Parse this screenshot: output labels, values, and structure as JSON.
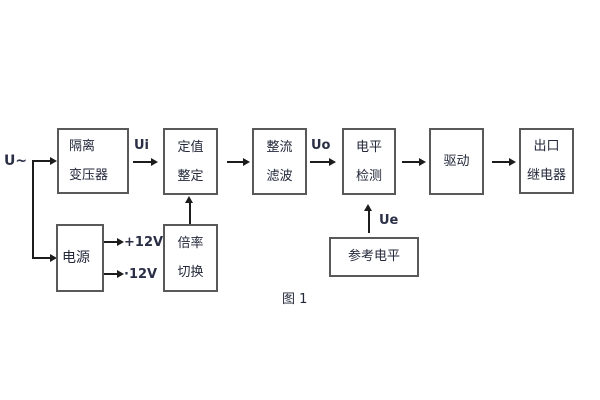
{
  "figure": {
    "caption": "图 1"
  },
  "labels": {
    "input": "U~",
    "ui": "Ui",
    "uo": "Uo",
    "ue": "Ue",
    "plus12v": "+12V",
    "minus12v": "·12V"
  },
  "blocks": {
    "isolation": {
      "line1": "隔离",
      "line2": "变压器"
    },
    "setting": {
      "line1": "定值",
      "line2": "整定"
    },
    "rectifier": {
      "line1": "整流",
      "line2": "滤波"
    },
    "level_detect": {
      "line1": "电平",
      "line2": "检测"
    },
    "drive": {
      "label": "驱动"
    },
    "output_relay": {
      "line1": "出口",
      "line2": "继电器"
    },
    "power": {
      "label": "电源"
    },
    "ratio_switch": {
      "line1": "倍率",
      "line2": "切换"
    },
    "reference_level": {
      "label": "参考电平"
    }
  },
  "colors": {
    "background": "#ffffff",
    "box_border": "#595959",
    "line": "#1c1c1c",
    "text": "#23283a"
  }
}
